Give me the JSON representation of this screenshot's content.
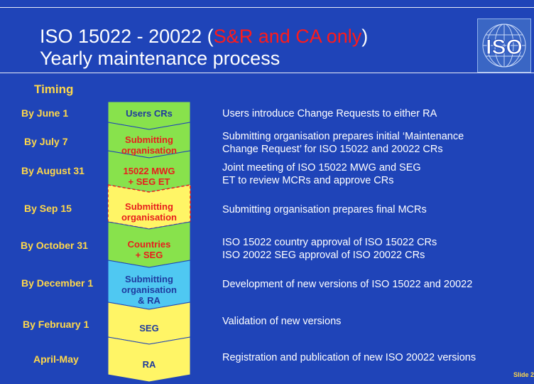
{
  "title": {
    "line1_prefix": "ISO 15022 - 20022 (",
    "line1_red": "S&R and CA only",
    "line1_suffix": ")",
    "line2": "Yearly maintenance process"
  },
  "logo_text": "ISO",
  "timing_heading": "Timing",
  "steps": [
    {
      "date": "By June 1",
      "box": [
        "Users CRs"
      ],
      "box_color": "#88e24c",
      "box_text_color": "#1f3a9e",
      "description": [
        "Users introduce Change Requests to either RA"
      ]
    },
    {
      "date": "By July 7",
      "box": [
        "Submitting",
        "organisation"
      ],
      "box_color": "#88e24c",
      "box_text_color": "#e81d1d",
      "description": [
        "Submitting organisation prepares initial ‘Maintenance",
        "Change Request’ for ISO 15022 and 20022 CRs"
      ]
    },
    {
      "date": "By August 31",
      "box": [
        "15022 MWG",
        "+ SEG ET"
      ],
      "box_color": "#88e24c",
      "box_text_color": "#e81d1d",
      "description": [
        "Joint meeting of ISO 15022 MWG and SEG",
        "ET to review MCRs and approve CRs"
      ]
    },
    {
      "date": "By Sep 15",
      "box": [
        "Submitting",
        "organisation"
      ],
      "box_color": "#fff566",
      "box_text_color": "#e81d1d",
      "dashed": true,
      "description": [
        "Submitting organisation prepares final MCRs"
      ]
    },
    {
      "date": "By October 31",
      "box": [
        "Countries",
        "+ SEG"
      ],
      "box_color": "#88e24c",
      "box_text_color": "#e81d1d",
      "description": [
        "ISO 15022 country approval of ISO 15022 CRs",
        "ISO 20022 SEG approval of ISO 20022 CRs"
      ]
    },
    {
      "date": "By December 1",
      "box": [
        "Submitting",
        "organisation",
        "& RA"
      ],
      "box_color": "#4fc8f2",
      "box_text_color": "#1f3a9e",
      "description": [
        "Development of new versions of ISO 15022 and 20022"
      ]
    },
    {
      "date": "By February 1",
      "box": [
        "SEG"
      ],
      "box_color": "#fff566",
      "box_text_color": "#1f3a9e",
      "description": [
        "Validation of new versions"
      ]
    },
    {
      "date": "April-May",
      "box": [
        "RA"
      ],
      "box_color": "#fff566",
      "box_text_color": "#1f3a9e",
      "description": [
        "Registration and  publication of new ISO 20022 versions"
      ]
    }
  ],
  "slide_number": "Slide 2"
}
